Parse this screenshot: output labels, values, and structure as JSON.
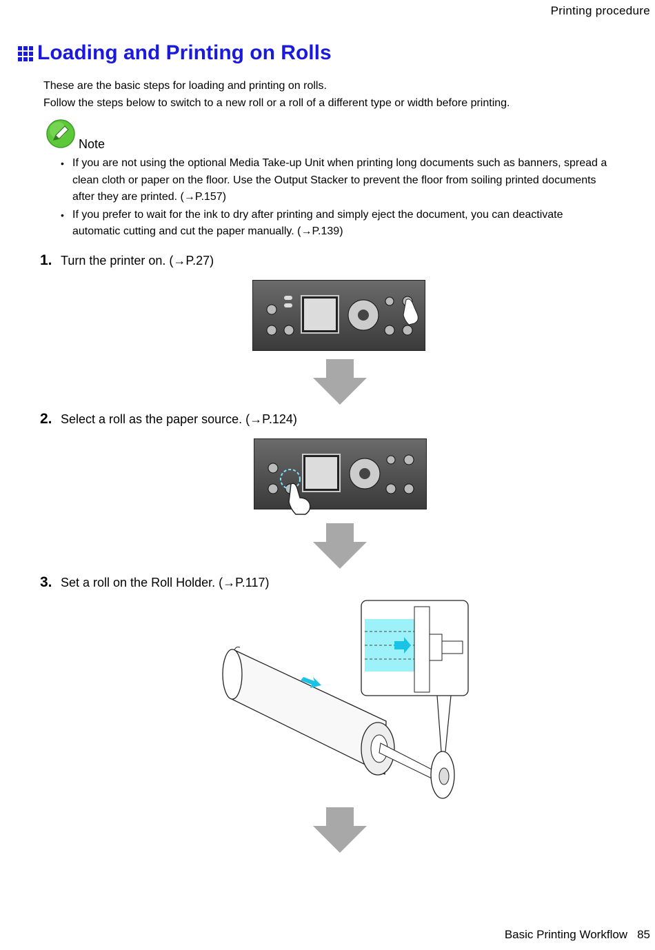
{
  "header": {
    "section": "Printing  procedure"
  },
  "title": "Loading and Printing on Rolls",
  "intro": [
    "These are the basic steps for loading and printing on rolls.",
    "Follow the steps below to switch to a new roll or a roll of a different type or width before printing."
  ],
  "note": {
    "label": "Note",
    "icon": "pencil-note-icon",
    "icon_color": "#5cc83a",
    "bullets": [
      "If you are not using the optional Media Take-up Unit when printing long documents such as banners, spread a clean cloth or paper on the floor.  Use the Output Stacker to prevent the floor from soiling printed documents after they are printed.  (→P.157)",
      "If you prefer to wait for the ink to dry after printing and simply eject the document, you can deactivate automatic cutting and cut the paper manually.  (→P.139)"
    ]
  },
  "steps": [
    {
      "num": "1.",
      "text": "Turn the printer on.  (→P.27)"
    },
    {
      "num": "2.",
      "text": "Select a roll as the paper source.  (→P.124)"
    },
    {
      "num": "3.",
      "text": "Set a roll on the Roll Holder.  (→P.117)"
    }
  ],
  "colors": {
    "title": "#1a1adc",
    "arrow": "#a8a8a8",
    "cyan_accent": "#19c3e6"
  },
  "footer": {
    "chapter": "Basic  Printing  Workflow",
    "page": "85"
  }
}
